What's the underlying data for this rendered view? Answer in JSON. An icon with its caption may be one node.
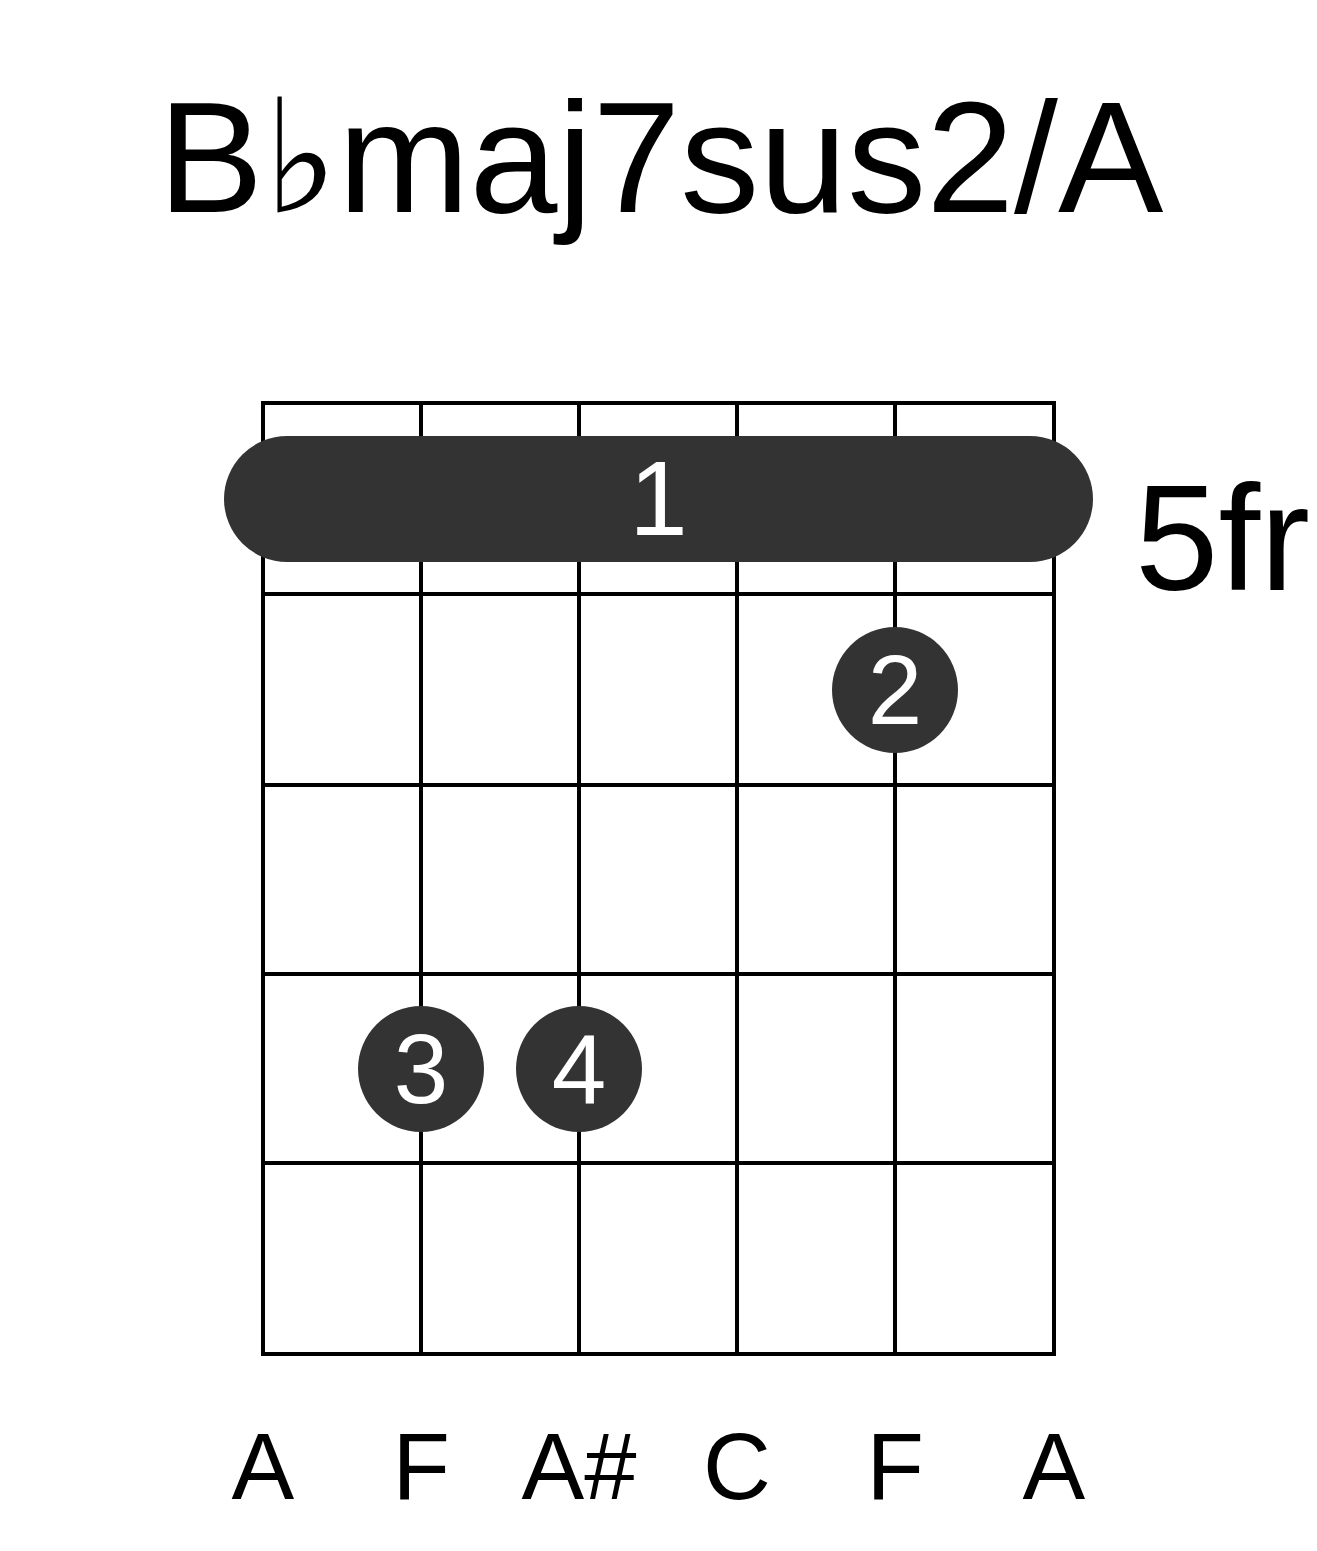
{
  "diagram": {
    "title": "B♭maj7sus2/A",
    "nodes": [
      {
        "text": [
          "1"
        ]
      },
      {
        "text": [
          "2"
        ]
      },
      {
        "text": [
          "3"
        ]
      },
      {
        "text": [
          "4"
        ]
      }
    ],
    "labels": [
      "5fr",
      "A",
      "F",
      "A#",
      "C",
      "F",
      "A"
    ]
  }
}
